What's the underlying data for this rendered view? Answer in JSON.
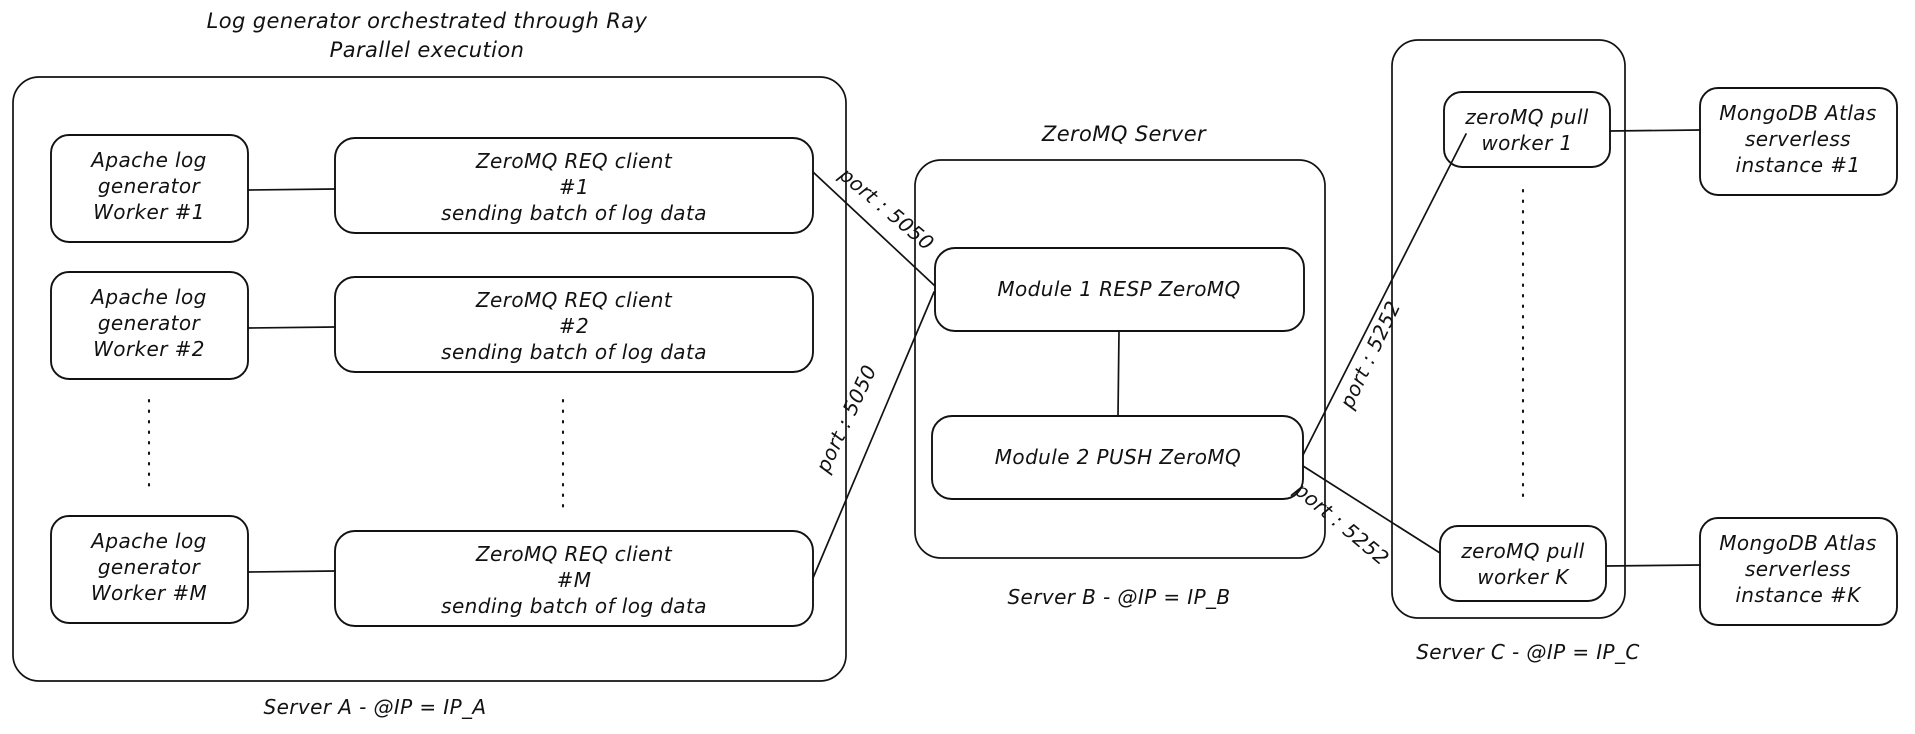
{
  "diagram": {
    "title_line1": "Log generator orchestrated through Ray",
    "title_line2": "Parallel execution",
    "middle_title": "ZeroMQ Server",
    "server_a_label": "Server A - @IP = IP_A",
    "server_b_label": "Server B - @IP = IP_B",
    "server_c_label": "Server C - @IP = IP_C"
  },
  "server_a": {
    "workers": [
      {
        "line1": "Apache log",
        "line2": "generator",
        "line3": "Worker #1"
      },
      {
        "line1": "Apache log",
        "line2": "generator",
        "line3": "Worker #2"
      },
      {
        "line1": "Apache log",
        "line2": "generator",
        "line3": "Worker #M"
      }
    ],
    "clients": [
      {
        "line1": "ZeroMQ REQ client",
        "line2": "#1",
        "line3": "sending batch of log data"
      },
      {
        "line1": "ZeroMQ REQ client",
        "line2": "#2",
        "line3": "sending batch of log data"
      },
      {
        "line1": "ZeroMQ REQ client",
        "line2": "#M",
        "line3": "sending batch of log data"
      }
    ]
  },
  "server_b": {
    "modules": [
      {
        "label": "Module 1 RESP ZeroMQ"
      },
      {
        "label": "Module 2 PUSH ZeroMQ"
      }
    ]
  },
  "server_c": {
    "pull_workers": [
      {
        "line1": "zeroMQ pull",
        "line2": "worker 1"
      },
      {
        "line1": "zeroMQ pull",
        "line2": "worker K"
      }
    ],
    "databases": [
      {
        "line1": "MongoDB Atlas",
        "line2": "serverless",
        "line3": "instance #1"
      },
      {
        "line1": "MongoDB Atlas",
        "line2": "serverless",
        "line3": "instance #K"
      }
    ]
  },
  "ports": {
    "req_top": "port : 5050",
    "req_bottom": "port : 5050",
    "push_top": "port : 5252",
    "push_bottom": "port : 5252"
  },
  "colors": {
    "ink": "#121212",
    "paper": "#ffffff"
  }
}
